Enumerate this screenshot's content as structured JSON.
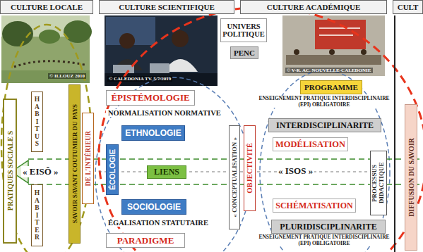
{
  "diagram": {
    "nodes": [
      {
        "text": [
          "CULTURE LOCALE"
        ]
      },
      {
        "text": [
          "CULTURE SCIENTIFIQUE"
        ]
      },
      {
        "text": [
          "CULTURE ACADÉMIQUE"
        ]
      },
      {
        "text": [
          "CULT"
        ]
      },
      {
        "text": [
          "UNIVERS POLITIQUE"
        ]
      },
      {
        "text": [
          "PENC"
        ]
      },
      {
        "text": [
          "PROGRAMME"
        ]
      },
      {
        "text": [
          "PRATIQUES SOCIALE S"
        ]
      },
      {
        "text": [
          "HABITUS"
        ]
      },
      {
        "text": [
          "HABITER"
        ]
      },
      {
        "text": [
          "SAVOIR SAVANT COUTUMIER DU PAYS"
        ]
      },
      {
        "text": [
          "DE L'INTÉRIEUR"
        ]
      },
      {
        "text": [
          "ÉPISTÉMOLOGIE"
        ]
      },
      {
        "text": [
          "ETHNOLOGIE"
        ]
      },
      {
        "text": [
          "ÉCOLOGIE"
        ]
      },
      {
        "text": [
          "LIENS"
        ]
      },
      {
        "text": [
          "SOCIOLOGIE"
        ]
      },
      {
        "text": [
          "PARADIGME"
        ]
      },
      {
        "text": [
          "« CONCEPTUALISATION »"
        ]
      },
      {
        "text": [
          "OBJECTIVITÉ"
        ]
      },
      {
        "text": [
          "INTERDISCIPLINARITE"
        ]
      },
      {
        "text": [
          "MODÉLISATION"
        ]
      },
      {
        "text": [
          "SCHÉMATISATION"
        ]
      },
      {
        "text": [
          "PLURIDISCIPLINARITE"
        ]
      },
      {
        "text": [
          "PROCESSUS DIDACTIQUE"
        ]
      },
      {
        "text": [
          "DIFFUSION DU SAVOIR"
        ]
      }
    ],
    "labels": [
      "© ILLOUZ 2010",
      "© CALEDONIA TV. 5/7/2019",
      "© V-R. AC. NOUVELLE-CALEDONIE",
      "« EISÔ »",
      "NORMALISATION NORMATIVE",
      "ÉGALISATION STATUTAIRE",
      "« ISOS »",
      "ENSEIGNEMENT PRATIQUE INTERDISCIPLINAIRE (EPI) OBLIGATOIRE",
      "ENSEIGNEMENT PRATIQUE INTERDISCIPLINAIRE (EPI) OBLIGATOIRE"
    ]
  }
}
